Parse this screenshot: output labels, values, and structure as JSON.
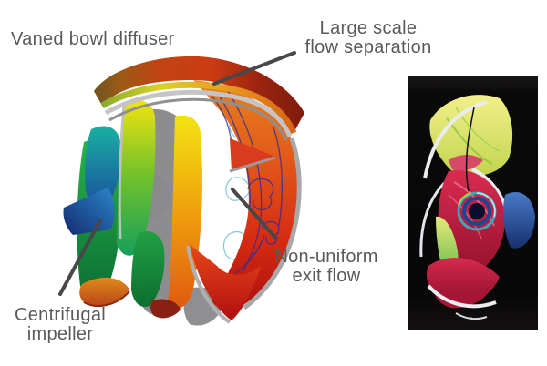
{
  "annotations": {
    "vaned_bowl_diffuser": "Vaned bowl diffuser",
    "large_scale_flow_separation": {
      "line1": "Large scale",
      "line2": "flow separation"
    },
    "non_uniform_exit_flow": {
      "line1": "Non-uniform",
      "line2": "exit flow"
    },
    "centrifugal_impeller": {
      "line1": "Centrifugal",
      "line2": "impeller"
    }
  },
  "colors": {
    "background": "#ffffff",
    "label_text": "#595a5c",
    "leader_line": "#47484a",
    "inset_panel_background": "#0a0909",
    "exit_flow_contours": "#7cc8d6",
    "separation_streamlines": "#2b2f9e",
    "impeller_hot": "#d62a12",
    "impeller_cold": "#152a72"
  }
}
